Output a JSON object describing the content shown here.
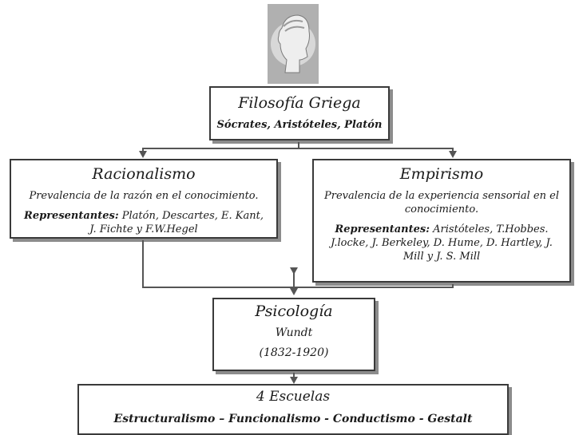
{
  "greek": {
    "title": "Filosofía Griega",
    "subtitle": "Sócrates, Aristóteles, Platón"
  },
  "rational": {
    "title": "Racionalismo",
    "description": "Prevalencia de la razón en el conocimiento.",
    "reps_label": "Representantes:",
    "reps_text": " Platón, Descartes, E. Kant, J. Fichte y F.W.Hegel"
  },
  "empirical": {
    "title": "Empirismo",
    "description": "Prevalencia de la  experiencia sensorial en el conocimiento.",
    "reps_label": "Representantes:",
    "reps_text": " Aristóteles, T.Hobbes. J.locke, J. Berkeley, D. Hume, D. Hartley, J. Mill y J. S. Mill"
  },
  "psych": {
    "title": "Psicología",
    "author": "Wundt",
    "years": "(1832-1920)"
  },
  "schools": {
    "title": "4 Escuelas",
    "list": "Estructuralismo – Funcionalismo -  Conductismo -  Gestalt"
  },
  "colors": {
    "border": "#3a3a3a",
    "shadow": "#8c8c8c",
    "connector": "#555555",
    "emblem_bg": "#b3b3b3"
  }
}
